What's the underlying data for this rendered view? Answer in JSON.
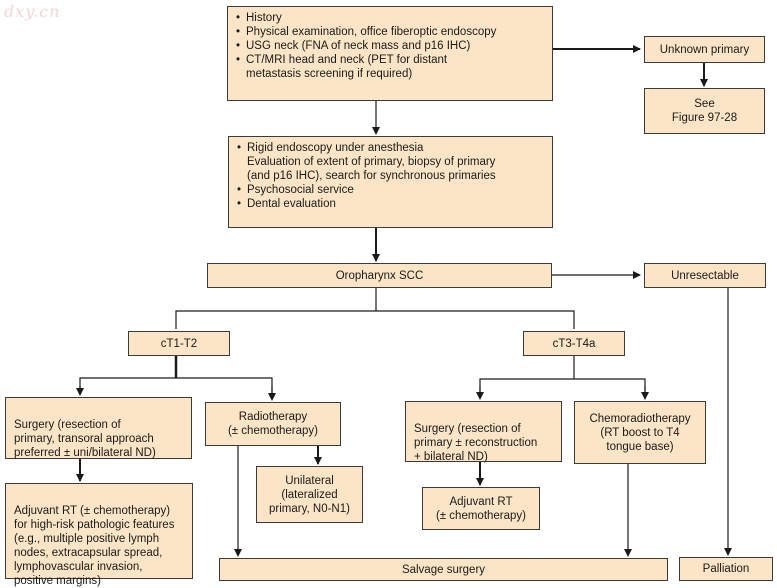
{
  "watermark": "dxy.cn",
  "nodes": {
    "workup": {
      "items": [
        "History",
        "Physical examination, office fiberoptic endoscopy",
        "USG neck (FNA of neck mass and p16 IHC)",
        "CT/MRI head and neck (PET for distant\nmetastasis screening if required)"
      ]
    },
    "unknown_primary": "Unknown primary",
    "see_figure": "See\nFigure 97-28",
    "rigid_endoscopy": {
      "items": [
        "Rigid endoscopy under anesthesia\nEvaluation of extent of primary, biopsy of primary\n(and p16 IHC), search for synchronous primaries",
        "Psychosocial service",
        "Dental evaluation"
      ]
    },
    "oropharynx_scc": "Oropharynx SCC",
    "unresectable": "Unresectable",
    "ct1_t2": "cT1-T2",
    "ct3_t4a": "cT3-T4a",
    "surgery_early": "Surgery (resection of\nprimary, transoral approach\npreferred ± uni/bilateral ND)",
    "radiotherapy": "Radiotherapy\n(± chemotherapy)",
    "unilateral": "Unilateral\n(lateralized\nprimary, N0-N1)",
    "adjuvant_early": "Adjuvant RT (± chemotherapy)\nfor high-risk pathologic features\n(e.g., multiple positive lymph\nnodes, extracapsular spread,\nlymphovascular invasion,\npositive margins)",
    "surgery_late": "Surgery (resection of\nprimary ± reconstruction\n+ bilateral ND)",
    "chemoradiotherapy": "Chemoradiotherapy\n(RT boost to T4\ntongue base)",
    "adjuvant_late": "Adjuvant RT\n(± chemotherapy)",
    "salvage_surgery": "Salvage surgery",
    "palliation": "Palliation"
  }
}
